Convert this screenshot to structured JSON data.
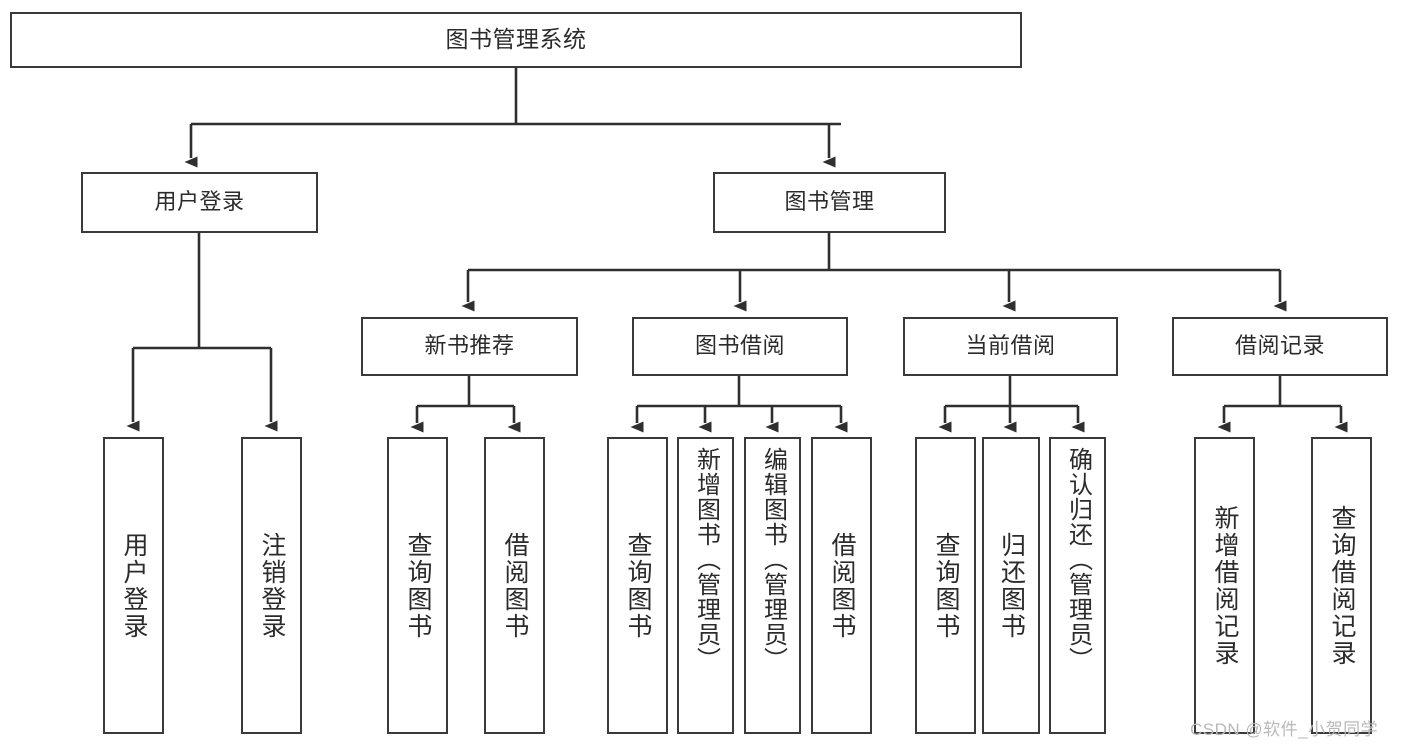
{
  "diagram": {
    "type": "tree-hierarchy",
    "title": "图书管理系统",
    "root": {
      "label": "图书管理系统"
    },
    "level1": [
      {
        "id": "user-login",
        "label": "用户登录"
      },
      {
        "id": "book-management",
        "label": "图书管理"
      }
    ],
    "level2": [
      {
        "id": "new-book-recommend",
        "label": "新书推荐",
        "parent": "book-management"
      },
      {
        "id": "book-borrow",
        "label": "图书借阅",
        "parent": "book-management"
      },
      {
        "id": "current-borrow",
        "label": "当前借阅",
        "parent": "book-management"
      },
      {
        "id": "borrow-record",
        "label": "借阅记录",
        "parent": "book-management"
      }
    ],
    "leaves": [
      {
        "id": "leaf-user-login",
        "label": "用户登录",
        "parent": "user-login"
      },
      {
        "id": "leaf-logout-login",
        "label": "注销登录",
        "parent": "user-login"
      },
      {
        "id": "leaf-query-book-1",
        "label": "查询图书",
        "parent": "new-book-recommend"
      },
      {
        "id": "leaf-borrow-book-1",
        "label": "借阅图书",
        "parent": "new-book-recommend"
      },
      {
        "id": "leaf-query-book-2",
        "label": "查询图书",
        "parent": "book-borrow"
      },
      {
        "id": "leaf-add-book",
        "label": "新增图书（管理员）",
        "parent": "book-borrow"
      },
      {
        "id": "leaf-edit-book",
        "label": "编辑图书（管理员）",
        "parent": "book-borrow"
      },
      {
        "id": "leaf-borrow-book-2",
        "label": "借阅图书",
        "parent": "book-borrow"
      },
      {
        "id": "leaf-query-book-3",
        "label": "查询图书",
        "parent": "current-borrow"
      },
      {
        "id": "leaf-return-book",
        "label": "归还图书",
        "parent": "current-borrow"
      },
      {
        "id": "leaf-confirm-return",
        "label": "确认归还（管理员）",
        "parent": "current-borrow"
      },
      {
        "id": "leaf-add-record",
        "label": "新增借阅记录",
        "parent": "borrow-record"
      },
      {
        "id": "leaf-query-record",
        "label": "查询借阅记录",
        "parent": "borrow-record"
      }
    ],
    "colors": {
      "border": "#3a3a3a",
      "connector": "#2f2f2f",
      "background": "#ffffff",
      "text": "#2b2b2b",
      "watermark": "#b9b9b9"
    }
  },
  "watermark": {
    "text": "CSDN @软件_小贺同学"
  }
}
